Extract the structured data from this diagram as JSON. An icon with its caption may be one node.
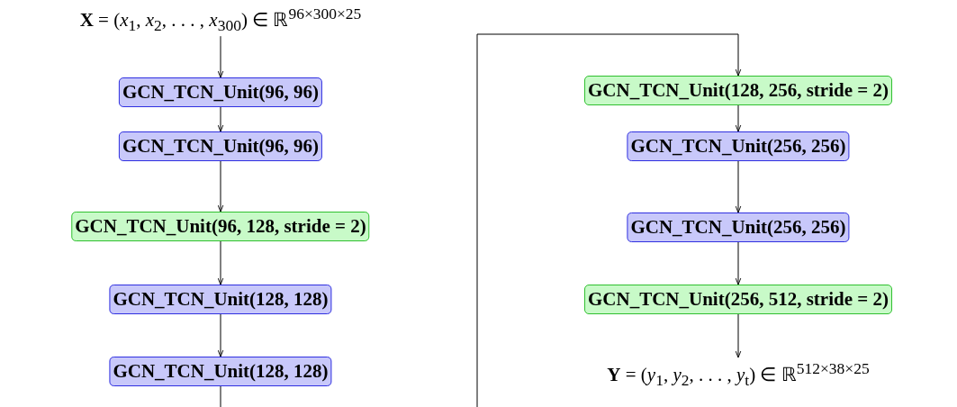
{
  "diagram": {
    "nodes": [
      {
        "text": [
          "**X** = (*x*$_{1}$, *x*$_{2}$, . . . , *x*$_{300}$) ∈ ℝ$^{96×300×25}$"
        ]
      },
      {
        "text": [
          "GCN_TCN_Unit(96, 96)"
        ]
      },
      {
        "text": [
          "GCN_TCN_Unit(96, 96)"
        ]
      },
      {
        "text": [
          "GCN_TCN_Unit(96, 128, stride = 2)"
        ]
      },
      {
        "text": [
          "GCN_TCN_Unit(128, 128)"
        ]
      },
      {
        "text": [
          "GCN_TCN_Unit(128, 128)"
        ]
      },
      {
        "text": [
          "GCN_TCN_Unit(128, 256, stride = 2)"
        ]
      },
      {
        "text": [
          "GCN_TCN_Unit(256, 256)"
        ]
      },
      {
        "text": [
          "GCN_TCN_Unit(256, 256)"
        ]
      },
      {
        "text": [
          "GCN_TCN_Unit(256, 512, stride = 2)"
        ]
      },
      {
        "text": [
          "**Y** = (*y*$_{1}$, *y*$_{2}$, . . . , *y*$_{t}$) ∈ ℝ$^{512×38×25}$"
        ]
      }
    ],
    "edges": [
      {
        "from": 0,
        "to": 1,
        "arrow": "to"
      },
      {
        "from": 1,
        "to": 2,
        "arrow": "to"
      },
      {
        "from": 2,
        "to": 3,
        "arrow": "to"
      },
      {
        "from": 3,
        "to": 4,
        "arrow": "to"
      },
      {
        "from": 4,
        "to": 5,
        "arrow": "to"
      },
      {
        "from": 5,
        "to": 6,
        "arrow": "to"
      },
      {
        "from": 6,
        "to": 7,
        "arrow": "to"
      },
      {
        "from": 7,
        "to": 8,
        "arrow": "to"
      },
      {
        "from": 8,
        "to": 9,
        "arrow": "to"
      },
      {
        "from": 9,
        "to": 10,
        "arrow": "to"
      }
    ]
  }
}
